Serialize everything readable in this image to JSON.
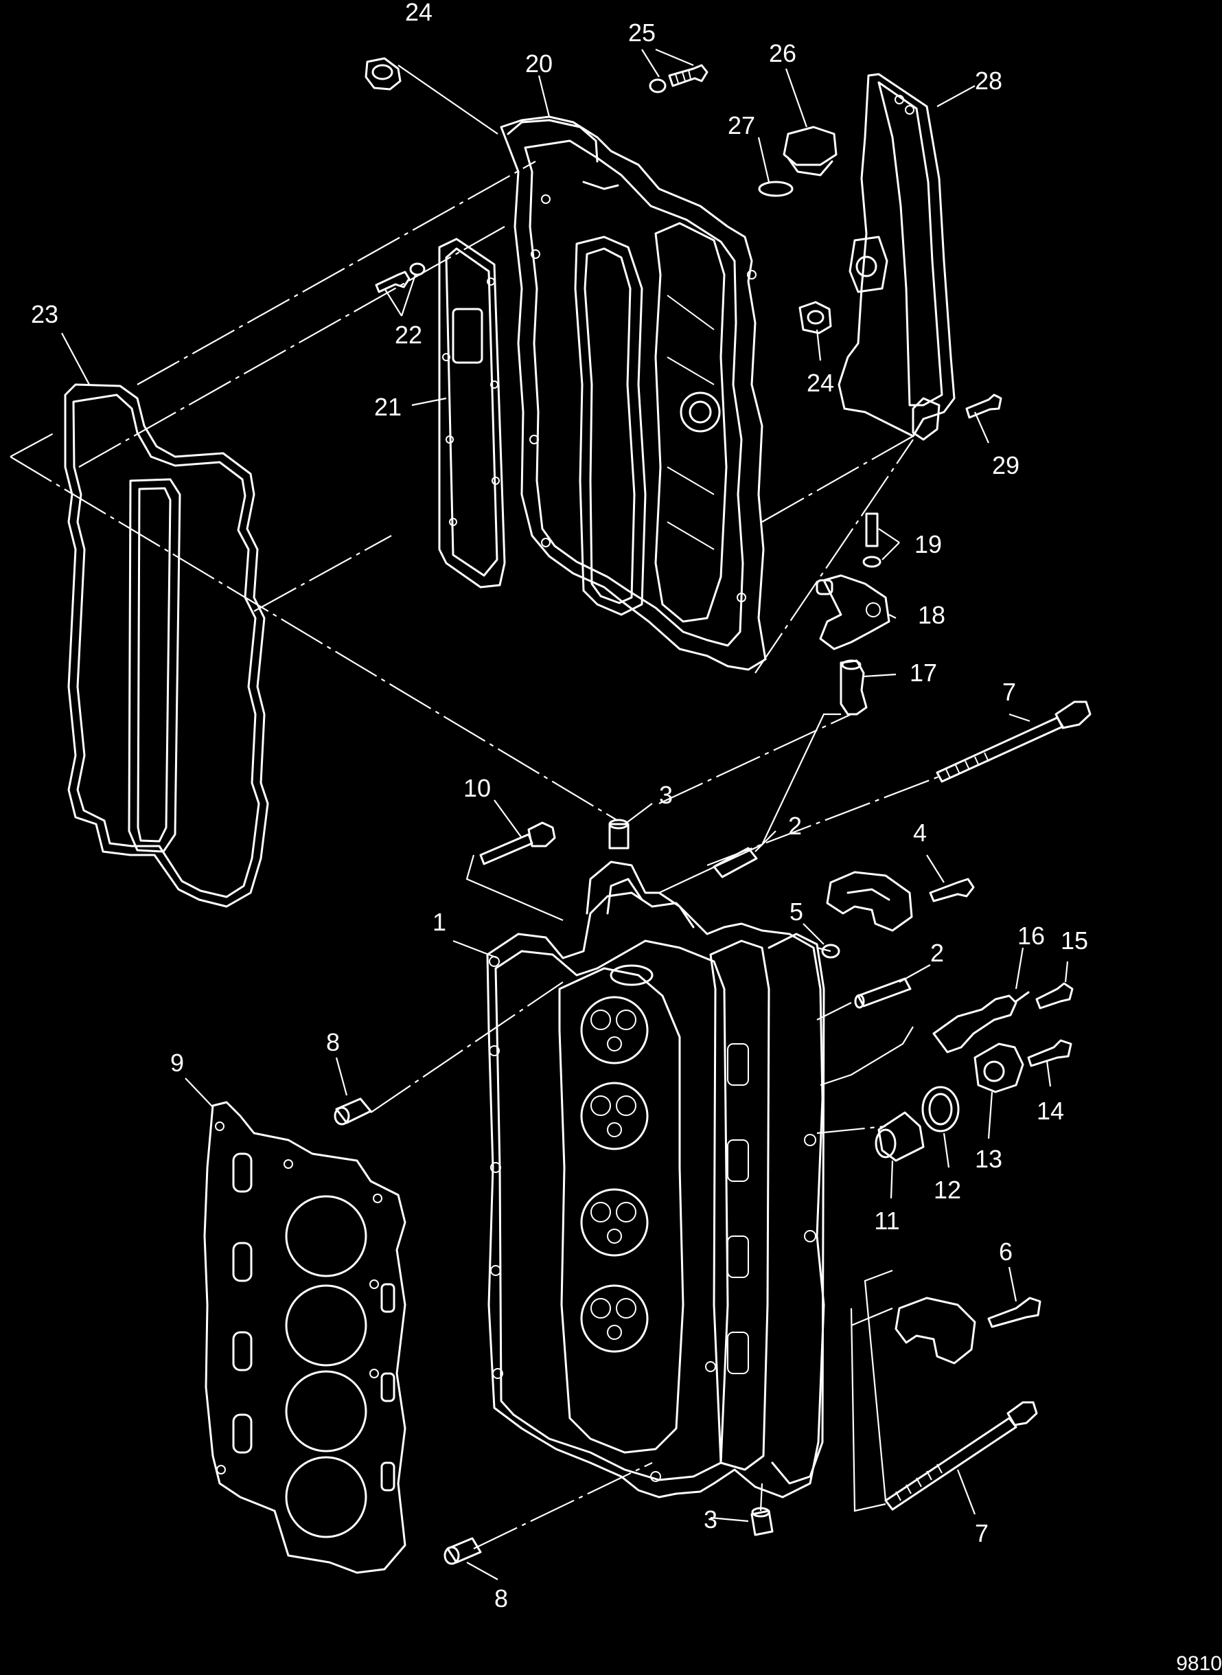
{
  "diagram": {
    "figure_id": "9810",
    "callouts": [
      "1",
      "2",
      "2",
      "3",
      "3",
      "4",
      "5",
      "6",
      "7",
      "7",
      "8",
      "8",
      "9",
      "10",
      "11",
      "12",
      "13",
      "14",
      "15",
      "16",
      "17",
      "18",
      "19",
      "20",
      "21",
      "22",
      "23",
      "24",
      "24",
      "25",
      "26",
      "27",
      "28",
      "29"
    ]
  }
}
